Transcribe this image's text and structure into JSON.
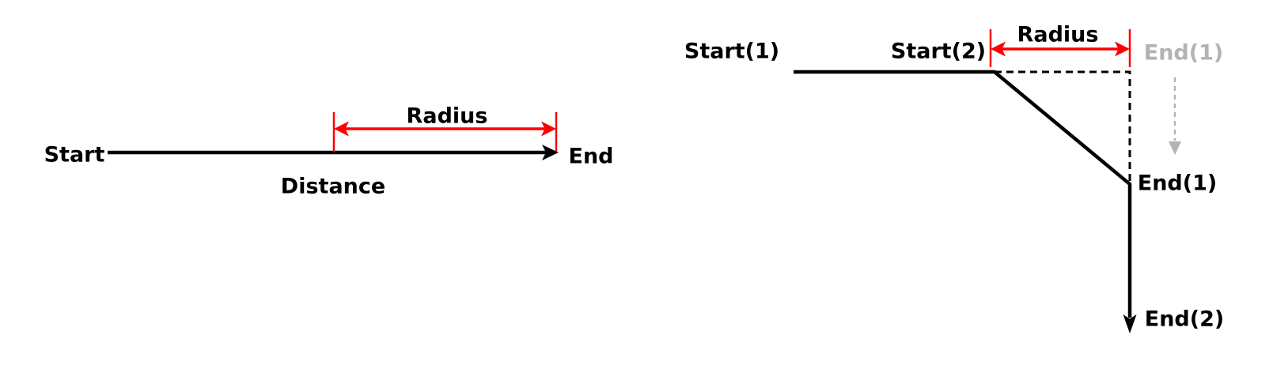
{
  "colors": {
    "ink": "#000000",
    "accent_red": "#fe0000",
    "ghost_gray": "#b3b3b3",
    "background": "#ffffff"
  },
  "left_diagram": {
    "start_label": "Start",
    "end_label": "End",
    "radius_label": "Radius",
    "distance_label": "Distance"
  },
  "right_diagram": {
    "start1_label": "Start(1)",
    "start2_label": "Start(2)",
    "radius_label": "Radius",
    "ghost_end1_label": "End(1)",
    "end1_label": "End(1)",
    "end2_label": "End(2)"
  }
}
